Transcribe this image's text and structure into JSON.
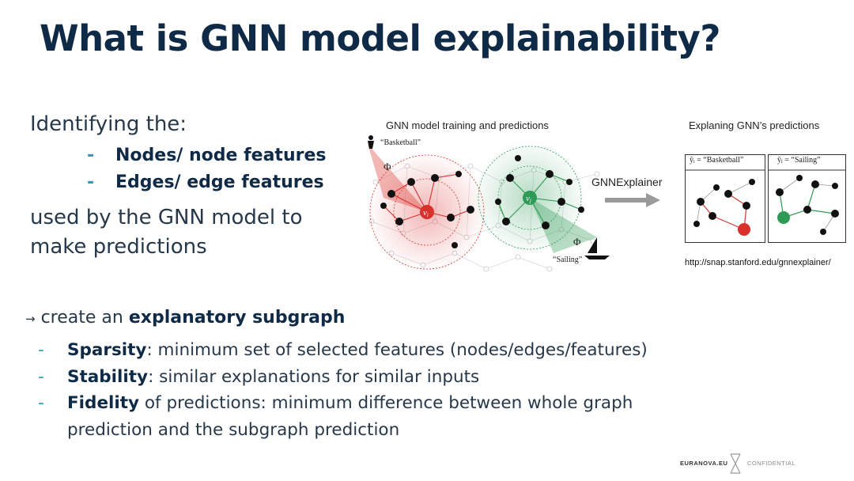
{
  "slide": {
    "title": "What is GNN model explainability?",
    "intro_line": "Identifying the:",
    "bullets": [
      {
        "dash": "-",
        "text": "Nodes/ node features"
      },
      {
        "dash": "-",
        "text": "Edges/ edge features"
      }
    ],
    "intro_rest_1": "used by the GNN model to",
    "intro_rest_2": "make predictions",
    "subgraph": {
      "arrow": "→",
      "prefix": "create an",
      "bold": "explanatory subgraph"
    },
    "criteria": [
      {
        "dash": "-",
        "bold": "Sparsity",
        "text": ": minimum set of selected features (nodes/edges/features)"
      },
      {
        "dash": "-",
        "bold": "Stability",
        "text": ": similar explanations for similar inputs"
      },
      {
        "dash": "-",
        "bold": "Fidelity",
        "text": " of predictions: minimum difference between whole graph"
      },
      {
        "dash": "",
        "bold": "",
        "text": "prediction and the subgraph prediction"
      }
    ]
  },
  "figure": {
    "left_caption": "GNN model training and predictions",
    "right_caption": "Explaning GNN’s predictions",
    "arrow_label": "GNNExplainer",
    "label_basketball": "“Basketball”",
    "label_sailing": "“Sailing”",
    "phi": "Φ",
    "node_i": "v",
    "node_i_sub": "i",
    "node_j": "v",
    "node_j_sub": "j",
    "panel_left_label": "ŷᵢ = “Basketball”",
    "panel_right_label": "ŷⱼ = “Sailing”",
    "url": "http://snap.stanford.edu/gnnexplainer/",
    "colors": {
      "red": "#d9302c",
      "green": "#2f9a55"
    }
  },
  "footer": {
    "brand": "EURANOVA.EU",
    "logo": "x-logo",
    "tag": "CONFIDENTIAL"
  }
}
